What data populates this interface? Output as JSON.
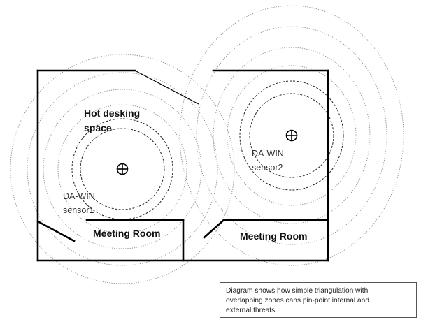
{
  "rooms": {
    "hot_desking": [
      "Hot desking",
      "space"
    ],
    "meeting_room_left": "Meeting Room",
    "meeting_room_right": "Meeting Room"
  },
  "sensors": [
    {
      "id": "sensor1",
      "symbol": "⊕",
      "label_lines": [
        "DA-WIN",
        "sensor1"
      ]
    },
    {
      "id": "sensor2",
      "symbol": "⊕",
      "label_lines": [
        "DA-WIN",
        "sensor2"
      ]
    }
  ],
  "caption": {
    "lines": [
      "Diagram shows how simple triangulation with",
      "overlapping zones cans pin-point internal and",
      "external threats"
    ]
  },
  "colors": {
    "walls": "#000000",
    "outer_rings": "#888888",
    "inner_rings": "#222222"
  }
}
